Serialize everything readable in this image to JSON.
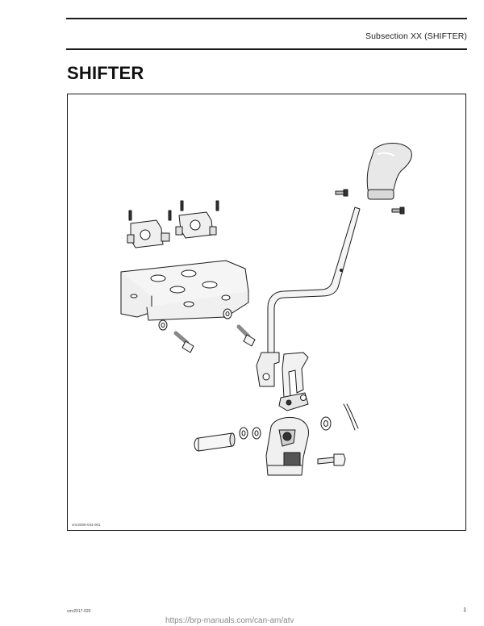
{
  "header": {
    "subsection": "Subsection XX (SHIFTER)",
    "title": "SHIFTER"
  },
  "figure": {
    "id": "vmr2009-044-001",
    "description_icon": "shifter-exploded-diagram"
  },
  "footer": {
    "doc_code": "vmr2017-020",
    "url": "https://brp-manuals.com/can-am/atv",
    "page_number": "1"
  }
}
